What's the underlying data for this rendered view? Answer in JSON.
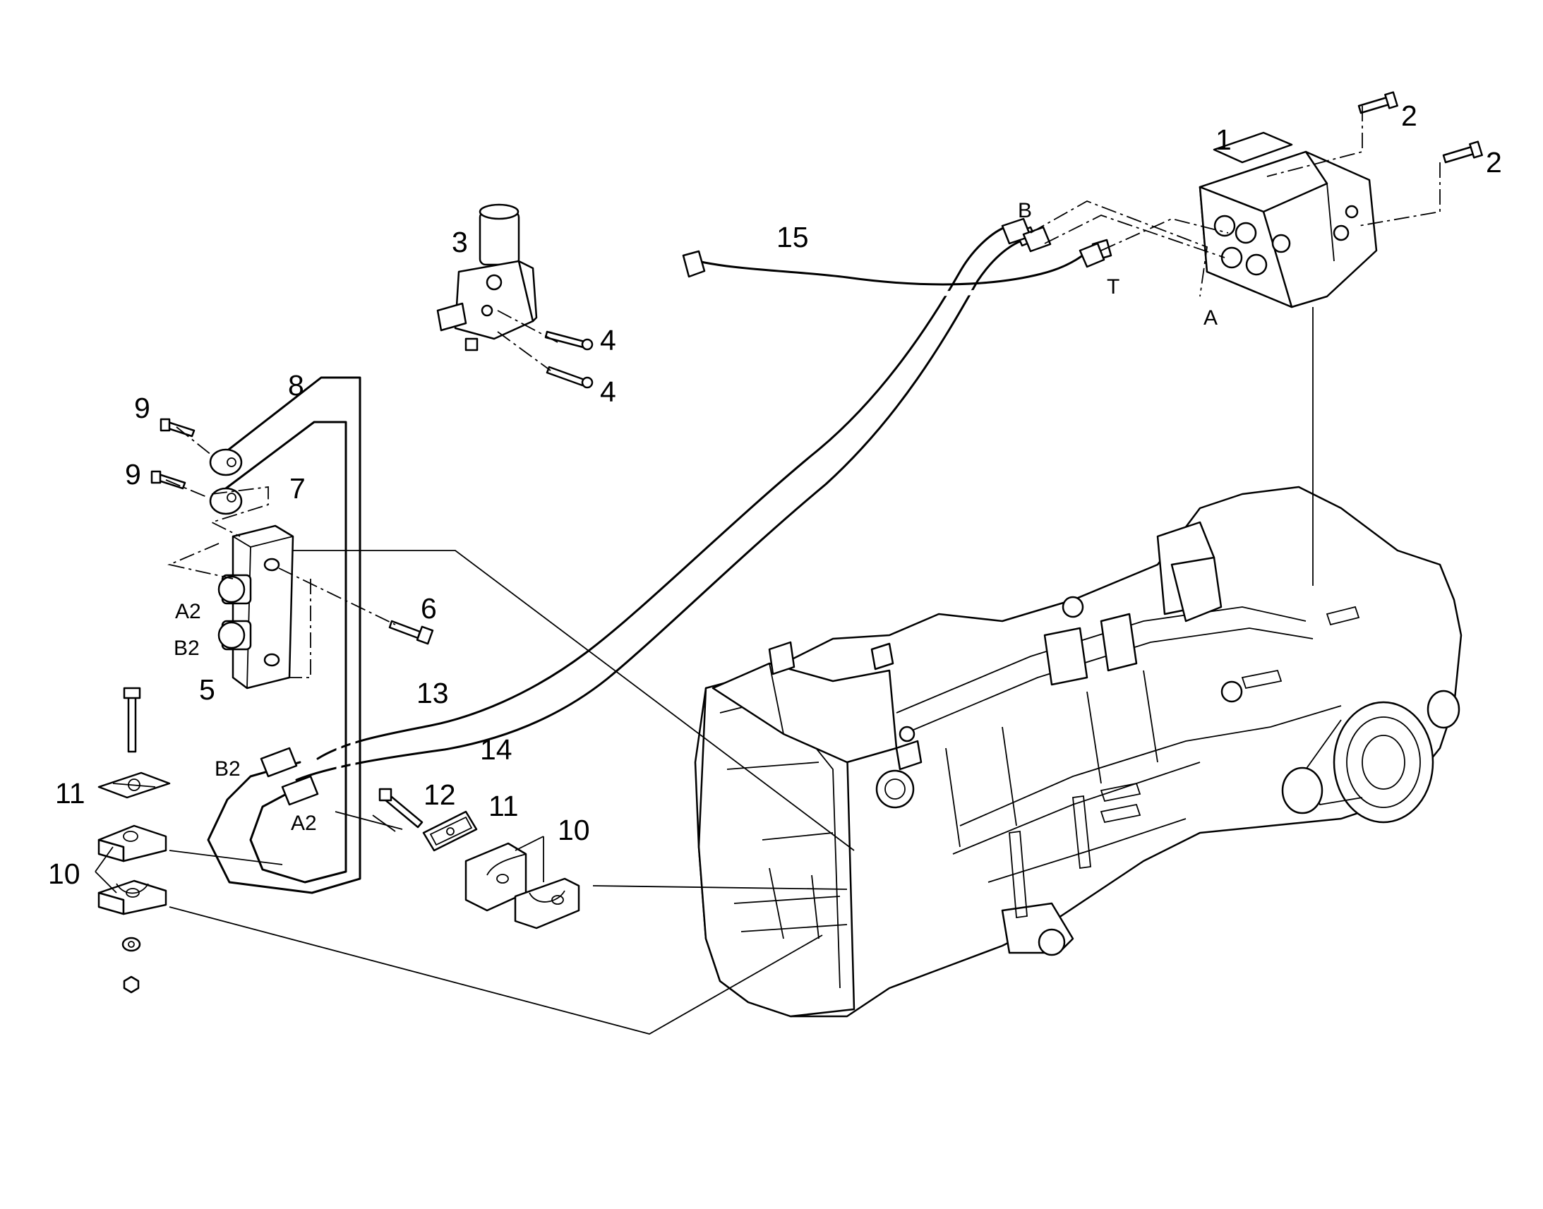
{
  "callouts": {
    "c1": "1",
    "c2a": "2",
    "c2b": "2",
    "c3": "3",
    "c4a": "4",
    "c4b": "4",
    "c5": "5",
    "c6": "6",
    "c7": "7",
    "c8": "8",
    "c9a": "9",
    "c9b": "9",
    "c10a": "10",
    "c10b": "10",
    "c11a": "11",
    "c11b": "11",
    "c12": "12",
    "c13": "13",
    "c14": "14",
    "c15": "15"
  },
  "ports": {
    "b_top": "B",
    "t_top": "T",
    "a_top": "A",
    "a2_manifold": "A2",
    "b2_manifold": "B2",
    "b2_pipe": "B2",
    "a2_pipe": "A2"
  }
}
